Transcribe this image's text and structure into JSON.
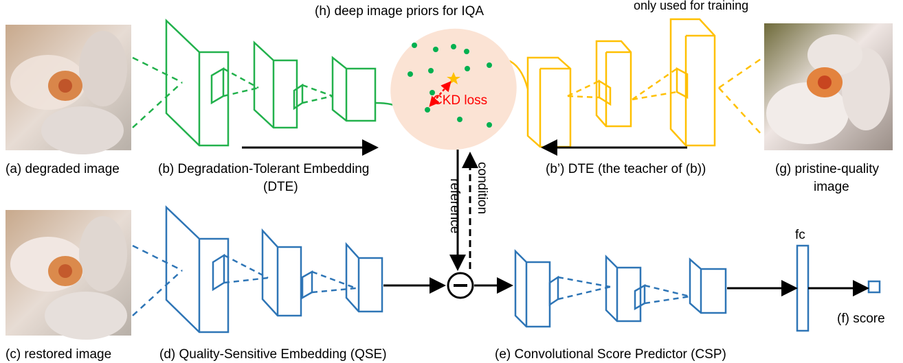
{
  "labels": {
    "top_title": "(h) deep image priors for IQA",
    "top_note": "only used for training",
    "degraded": "(a) degraded image",
    "dte_line1": "(b) Degradation-Tolerant Embedding",
    "dte_line2": "(DTE)",
    "teacher": "(b’) DTE (the teacher of (b))",
    "pristine_line1": "(g) pristine-quality",
    "pristine_line2": "image",
    "ckd": "CKD loss",
    "reference": "reference",
    "condition": "condition",
    "restored": "(c) restored image",
    "qse": "(d) Quality-Sensitive Embedding (QSE)",
    "csp": "(e) Convolutional Score Predictor (CSP)",
    "fc": "fc",
    "score": "(f) score"
  },
  "colors": {
    "green": "#22b14c",
    "yellow": "#ffc000",
    "blue": "#2e75b6",
    "cloud": "#fbe3d4",
    "red": "#ff0000",
    "dot": "#00b050"
  }
}
